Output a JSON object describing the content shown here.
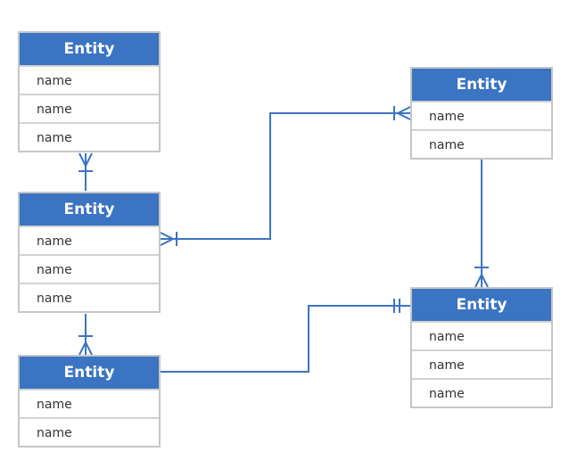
{
  "diagram": {
    "accent_color": "#3a74c2",
    "entities": [
      {
        "id": "e1",
        "title": "Entity",
        "fields": [
          "name",
          "name",
          "name"
        ]
      },
      {
        "id": "e2",
        "title": "Entity",
        "fields": [
          "name",
          "name",
          "name"
        ]
      },
      {
        "id": "e3",
        "title": "Entity",
        "fields": [
          "name",
          "name"
        ]
      },
      {
        "id": "e4",
        "title": "Entity",
        "fields": [
          "name",
          "name"
        ]
      },
      {
        "id": "e5",
        "title": "Entity",
        "fields": [
          "name",
          "name",
          "name"
        ]
      }
    ],
    "relationships": [
      {
        "from": "e1",
        "to": "e2",
        "from_end": "one-or-many",
        "to_end": "none"
      },
      {
        "from": "e2",
        "to": "e4",
        "from_end": "one-or-many",
        "to_end": "one-or-many"
      },
      {
        "from": "e2",
        "to": "e3",
        "from_end": "none",
        "to_end": "one-or-many"
      },
      {
        "from": "e4",
        "to": "e5",
        "from_end": "none",
        "to_end": "one-or-many"
      },
      {
        "from": "e3",
        "to": "e5",
        "from_end": "none",
        "to_end": "one-and-only-one"
      }
    ]
  }
}
